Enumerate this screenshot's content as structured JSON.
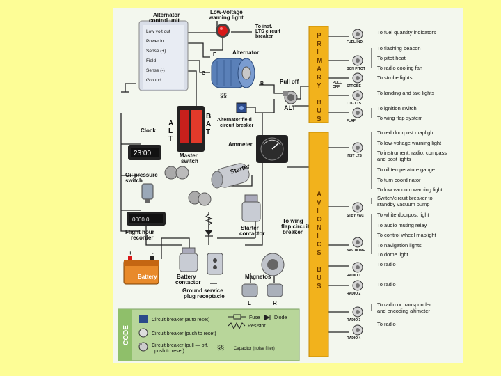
{
  "colors": {
    "page_bg": "#fdfd96",
    "sheet_bg": "#f3f7ee",
    "bus": "#f2b21c",
    "wire": "#222222",
    "alternator_blue": "#5a80b8",
    "code_green": "#b8d69a",
    "battery_orange": "#e88a2a",
    "light_red": "#d81818"
  },
  "acu": {
    "title_line1": "Alternator",
    "title_line2": "control unit",
    "terminals": [
      "Low volt out",
      "Power in",
      "Sense (+)",
      "Field",
      "Sense (-)",
      "Ground"
    ]
  },
  "warning_light": {
    "line1": "Low-voltage",
    "line2": "warning light",
    "to_inst_1": "To inst.",
    "to_inst_2": "LTS circuit",
    "to_inst_3": "breaker"
  },
  "alternator": {
    "label": "Alternator",
    "b_label": "B",
    "f_label": "F",
    "g_label": "G"
  },
  "pull_off": {
    "line1": "Pull off",
    "alt": "ALT"
  },
  "alt_field_cb": {
    "line1": "Alternator field",
    "line2": "circuit breaker"
  },
  "master_switch": {
    "label_line1": "Master",
    "label_line2": "switch",
    "left_letters": [
      "A",
      "L",
      "T"
    ],
    "right_letters": [
      "B",
      "A",
      "T"
    ]
  },
  "clock": {
    "label": "Clock",
    "reading": "23:00"
  },
  "ammeter": {
    "label": "Ammeter"
  },
  "starter": {
    "label": "Starter"
  },
  "oil_pressure": {
    "line1": "Oil pressure",
    "line2": "switch"
  },
  "flight_hour": {
    "line1": "Flight hour",
    "line2": "recorder",
    "reading": "0000.0"
  },
  "starter_contactor": {
    "line1": "Starter",
    "line2": "contactor"
  },
  "wing_flap_cb": {
    "line1": "To wing",
    "line2": "flap circuit",
    "line3": "breaker"
  },
  "battery": {
    "label": "Battery",
    "plus": "+",
    "minus": "-"
  },
  "battery_contactor": {
    "line1": "Battery",
    "line2": "contactor"
  },
  "ground_service": {
    "line1": "Ground service",
    "line2": "plug receptacle"
  },
  "magnetos": {
    "label": "Magnetos",
    "l": "L",
    "r": "R"
  },
  "primary_bus": {
    "letters": [
      "P",
      "R",
      "I",
      "M",
      "A",
      "R",
      "Y",
      "",
      "B",
      "U",
      "S"
    ]
  },
  "avionics_bus": {
    "letters": [
      "A",
      "V",
      "I",
      "O",
      "N",
      "I",
      "C",
      "S",
      "",
      "B",
      "U",
      "S"
    ]
  },
  "primary_breakers": [
    {
      "name": "FUEL IND.",
      "dest": [
        "To fuel quantity indicators"
      ]
    },
    {
      "name": "BCN PITOT",
      "dest": [
        "To flashing beacon",
        "To pitot heat",
        "To radio cooling fan"
      ]
    },
    {
      "name": "STROBE",
      "dest": [
        "To strobe lights"
      ]
    },
    {
      "name": "LDG LTS",
      "dest": [
        "To landing and taxi lights"
      ]
    },
    {
      "name": "FLAP",
      "dest": [
        "To ignition switch",
        "To wing flap system"
      ]
    }
  ],
  "pull_off_labels": [
    "PULL",
    "OFF"
  ],
  "avionics_breakers": [
    {
      "name": "INST LTS",
      "dest": [
        "To red doorpost maplight",
        "To low-voltage warning light",
        "To instrument, radio, compass",
        "and post lights",
        "To oil temperature gauge",
        "To turn coordinator",
        "To low vacuum warning light"
      ]
    },
    {
      "name": "STBY VAC",
      "dest": [
        "Switch/circuit breaker to",
        "standby vacuum pump"
      ]
    },
    {
      "name": "NAV DOME",
      "dest": [
        "To white doorpost light",
        "To audio muting relay",
        "To control wheel maplight",
        "To navigation lights",
        "To dome light"
      ]
    },
    {
      "name": "RADIO 1",
      "dest": [
        "To radio"
      ]
    },
    {
      "name": "RADIO 2",
      "dest": [
        "To radio"
      ]
    },
    {
      "name": "RADIO 3",
      "dest": [
        "To radio or transponder",
        "and encoding altimeter"
      ]
    },
    {
      "name": "RADIO 4",
      "dest": [
        "To radio"
      ]
    }
  ],
  "code": {
    "title": "CODE",
    "items": [
      "Circuit breaker (auto reset)",
      "Circuit breaker (push to reset)",
      "Circuit breaker (pull — off,",
      "push to reset)"
    ],
    "fuse": "Fuse",
    "diode": "Diode",
    "resistor": "Resistor",
    "capacitor": "Capacitor (noise filter)"
  }
}
